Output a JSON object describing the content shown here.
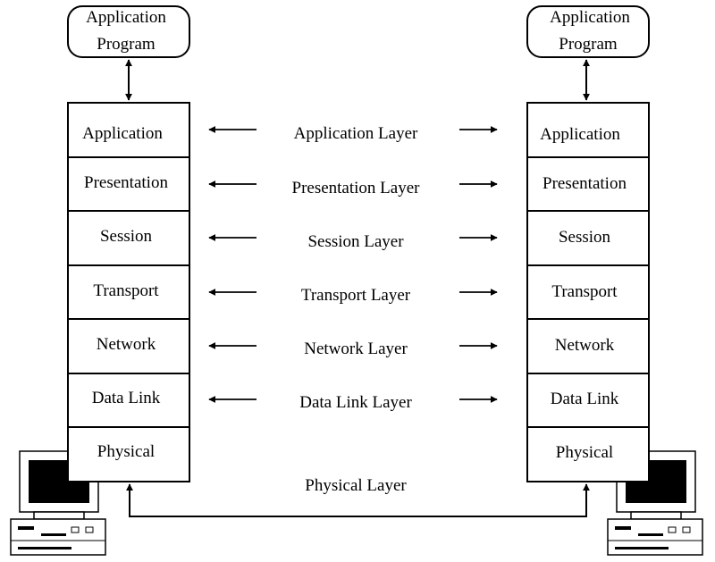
{
  "left_stack": {
    "app_program": [
      "Application",
      "Program"
    ],
    "layers": [
      "Application",
      "Presentation",
      "Session",
      "Transport",
      "Network",
      "Data Link",
      "Physical"
    ]
  },
  "right_stack": {
    "app_program": [
      "Application",
      "Program"
    ],
    "layers": [
      "Application",
      "Presentation",
      "Session",
      "Transport",
      "Network",
      "Data Link",
      "Physical"
    ]
  },
  "peer_labels": [
    "Application Layer",
    "Presentation Layer",
    "Session Layer",
    "Transport Layer",
    "Network Layer",
    "Data Link Layer",
    "Physical Layer"
  ],
  "icons": {
    "left_computer": "computer-icon",
    "right_computer": "computer-icon"
  },
  "colors": {
    "line": "#000000",
    "monitor_screen": "#000000",
    "background": "#ffffff"
  }
}
